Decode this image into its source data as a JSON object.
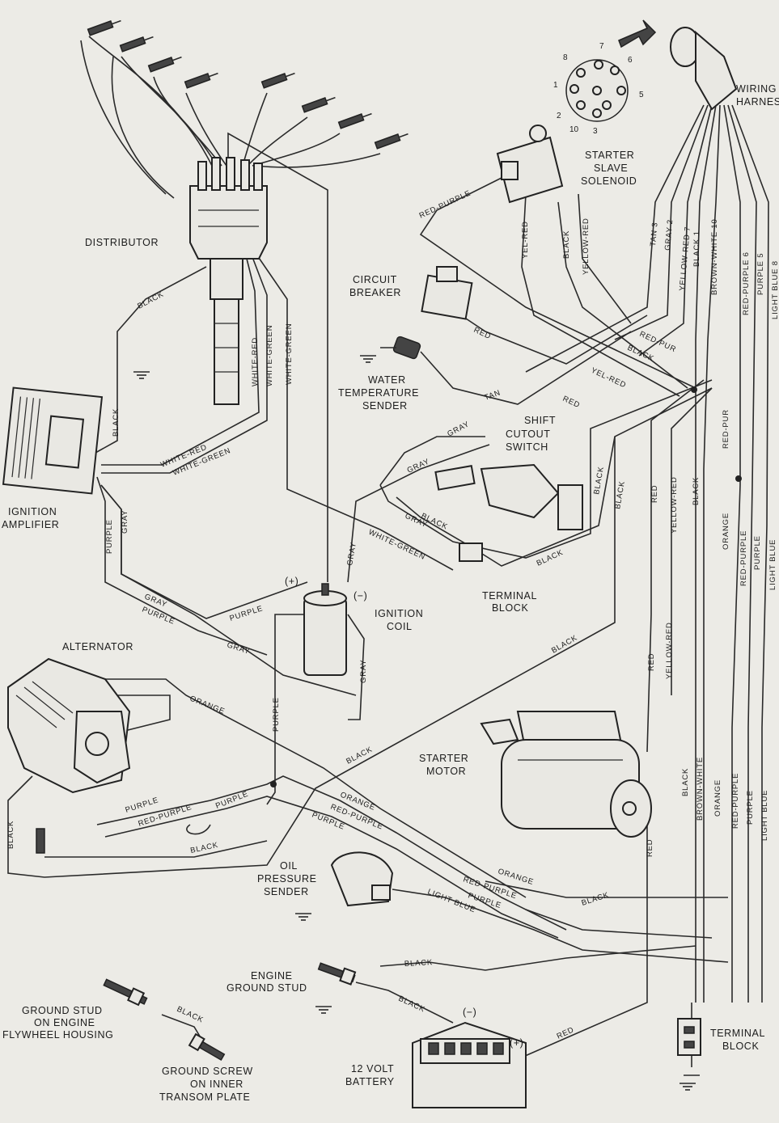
{
  "components": {
    "distributor": "DISTRIBUTOR",
    "circuit_breaker": [
      "CIRCUIT",
      "BREAKER"
    ],
    "water_sender": [
      "WATER",
      "TEMPERATURE",
      "SENDER"
    ],
    "shift_switch": [
      "SHIFT",
      "CUTOUT",
      "SWITCH"
    ],
    "starter_solenoid": [
      "STARTER",
      "SLAVE",
      "SOLENOID"
    ],
    "wiring_harness": [
      "WIRING",
      "HARNESS"
    ],
    "ignition_amplifier": [
      "IGNITION",
      "AMPLIFIER"
    ],
    "terminal_block_mid": [
      "TERMINAL",
      "BLOCK"
    ],
    "ignition_coil": [
      "IGNITION",
      "COIL"
    ],
    "coil_plus": "(+)",
    "coil_minus": "(−)",
    "alternator": "ALTERNATOR",
    "starter_motor": [
      "STARTER",
      "MOTOR"
    ],
    "oil_sender": [
      "OIL",
      "PRESSURE",
      "SENDER"
    ],
    "engine_ground": [
      "ENGINE",
      "GROUND STUD"
    ],
    "flywheel_ground": [
      "GROUND STUD",
      "ON ENGINE",
      "FLYWHEEL HOUSING"
    ],
    "transom_ground": [
      "GROUND SCREW",
      "ON INNER",
      "TRANSOM PLATE"
    ],
    "battery": [
      "12 VOLT",
      "BATTERY"
    ],
    "battery_minus": "(−)",
    "battery_plus": "(+)",
    "terminal_block_bottom": [
      "TERMINAL",
      "BLOCK"
    ]
  },
  "harness_pins": {
    "labels": [
      "7",
      "6",
      "8",
      "1",
      "5",
      "2",
      "10",
      "3"
    ],
    "note": ""
  },
  "wire_labels": {
    "black": "BLACK",
    "white_red": "WHITE-RED",
    "white_green": "WHITE-GREEN",
    "red_purple": "RED-PURPLE",
    "yel_red": "YEL-RED",
    "yellow_red": "YELLOW-RED",
    "red": "RED",
    "tan": "TAN",
    "gray": "GRAY",
    "purple": "PURPLE",
    "orange": "ORANGE",
    "light_blue": "LIGHT BLUE",
    "red_pur": "RED-PUR",
    "brown_white": "BROWN-WHITE",
    "tan3": "TAN 3",
    "gray2": "GRAY 2",
    "yellow_red7": "YELLOW-RED 7",
    "black1": "BLACK 1",
    "brown_white10": "BROWN-WHITE 10",
    "red_purple6": "RED-PURPLE 6",
    "purple5": "PURPLE 5",
    "light_blue8": "LIGHT BLUE 8"
  }
}
